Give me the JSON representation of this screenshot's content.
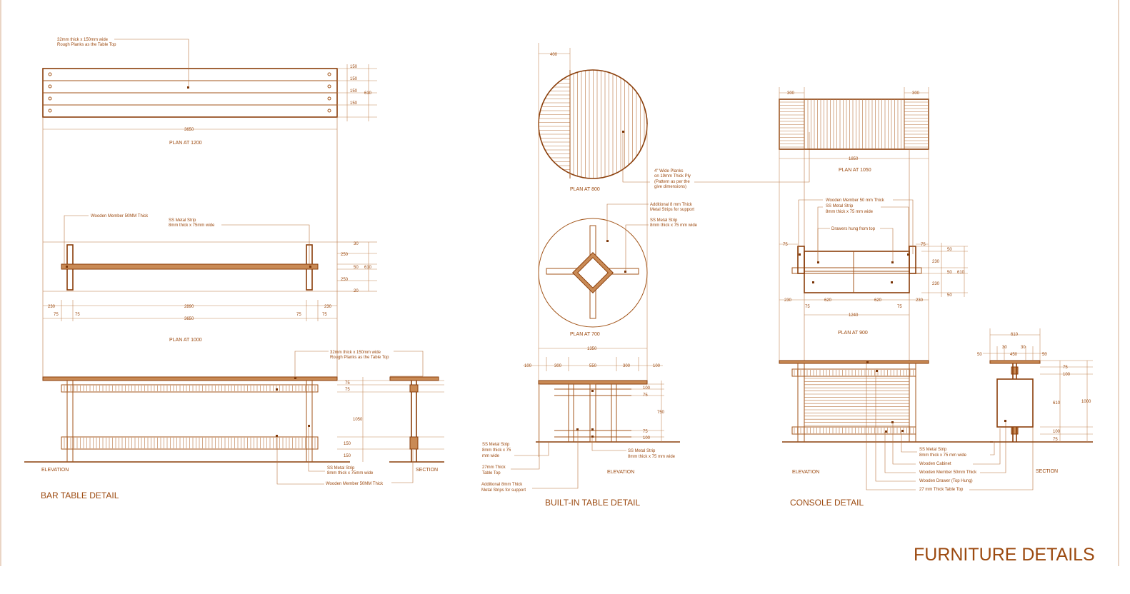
{
  "sheet_title": "FURNITURE DETAILS",
  "bar": {
    "title": "BAR TABLE DETAIL",
    "plan_1200": "PLAN AT 1200",
    "plan_1000": "PLAN AT 1000",
    "elevation": "ELEVATION",
    "section": "SECTION",
    "notes": {
      "planks_1": "32mm thick x 150mm wide",
      "planks_2": "Rough Planks as the Table Top",
      "wooden_member": "Wooden Member 50MM Thick",
      "ss_strip_1": "SS Metal Strip",
      "ss_strip_2": "8mm thick x 75mm wide",
      "top_1": "32mm thick x 150mm wide",
      "top_2": "Rough Planks as the Table Top",
      "ss_bottom_1": "SS Metal Strip",
      "ss_bottom_2": "8mm thick x 75mm wide",
      "wm_bottom": "Wooden Member 50MM Thick"
    },
    "dims": {
      "d150": "150",
      "d610": "610",
      "d3650": "3650",
      "d30": "30",
      "d250": "250",
      "d50": "50",
      "d20": "20",
      "d230": "230",
      "d75": "75",
      "d2890": "2890",
      "d1050": "1050"
    }
  },
  "builtin": {
    "title": "BUILT-IN TABLE DETAIL",
    "plan_800": "PLAN AT 800",
    "plan_700": "PLAN AT 700",
    "elevation": "ELEVATION",
    "notes": {
      "planks_1": "4\" Wide Planks",
      "planks_2": "on 19mm Thick Ply",
      "planks_3": "(Pattern as per the",
      "planks_4": "give dimensions)",
      "add_1": "Additional 8 mm Thick",
      "add_2": "Metal Strips for support",
      "ss_1": "SS Metal Strip",
      "ss_2": "8mm thick x 75 mm wide",
      "ssl_1": "SS Metal Strip",
      "ssl_2": "8mm thick x 75",
      "ssl_3": "mm wide",
      "top_1": "27mm Thick",
      "top_2": "Table Top",
      "addl_1": "Additional 8mm Thick",
      "addl_2": "Metal Strips for support",
      "ssr_1": "SS Metal Strip",
      "ssr_2": "8mm thick x 75 mm wide"
    },
    "dims": {
      "d400": "400",
      "d1350": "1350",
      "d100": "100",
      "d300": "300",
      "d550": "550",
      "d75": "75",
      "d750": "750"
    }
  },
  "console": {
    "title": "CONSOLE DETAIL",
    "plan_1050": "PLAN AT 1050",
    "plan_900": "PLAN AT 900",
    "elevation": "ELEVATION",
    "section": "SECTION",
    "notes": {
      "wm": "Wooden Member 50 mm Thick",
      "ss_1": "SS Metal Strip",
      "ss_2": "8mm thick x 75 mm wide",
      "drawers": "Drawers hung from top",
      "n1_1": "SS Metal Strip",
      "n1_2": "8mm thick x 75 mm wide",
      "n2": "Wooden Cabinet",
      "n3": "Wooden Member 50mm Thick",
      "n4": "Wooden Drawer (Top Hung)",
      "n5": "27 mm Thick Table Top"
    },
    "dims": {
      "d300": "300",
      "d1850": "1850",
      "d75": "75",
      "d50": "50",
      "d230": "230",
      "d610": "610",
      "d620": "620",
      "d1240": "1240",
      "d450": "450",
      "d30": "30",
      "d100": "100",
      "d1000": "1000"
    }
  }
}
